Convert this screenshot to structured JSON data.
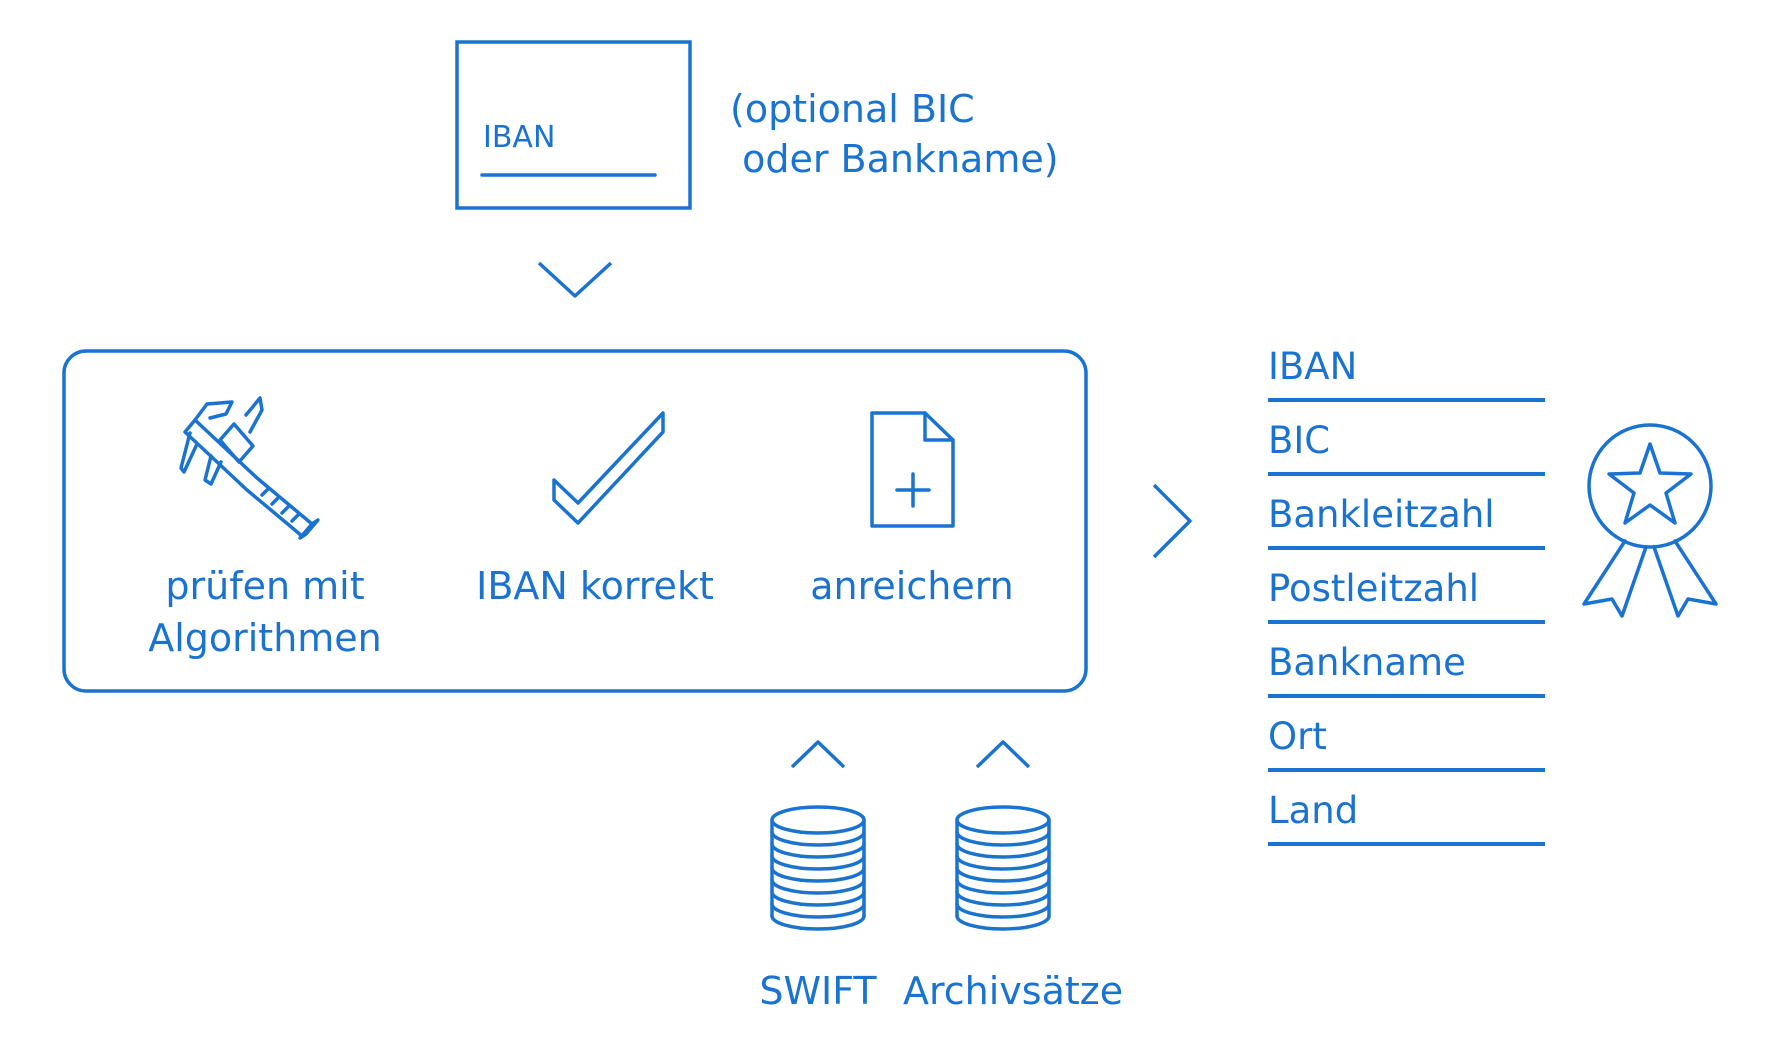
{
  "input": {
    "field_label": "IBAN",
    "note_line1": "(optional BIC",
    "note_line2": " oder Bankname)"
  },
  "process": {
    "steps": [
      {
        "icon": "caliper-icon",
        "label_line1": "prüfen mit",
        "label_line2": "Algorithmen"
      },
      {
        "icon": "checkmark-icon",
        "label_line1": "IBAN korrekt"
      },
      {
        "icon": "document-plus-icon",
        "label_line1": "anreichern"
      }
    ]
  },
  "sources": [
    {
      "icon": "database-icon",
      "label": "SWIFT"
    },
    {
      "icon": "database-icon",
      "label": "Archivsätze"
    }
  ],
  "output": {
    "fields": [
      "IBAN",
      "BIC",
      "Bankleitzahl",
      "Postleitzahl",
      "Bankname",
      "Ort",
      "Land"
    ],
    "badge_icon": "award-badge-icon"
  },
  "colors": {
    "accent": "#1a73d1"
  }
}
